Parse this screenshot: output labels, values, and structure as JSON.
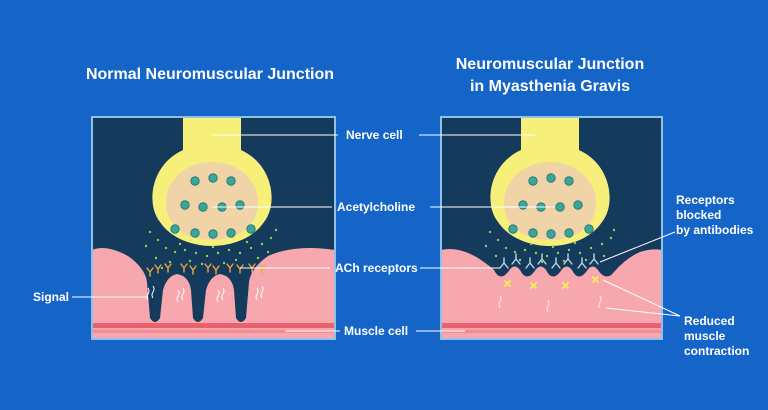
{
  "titles": {
    "normal": "Normal Neuromuscular Junction",
    "mg_line1": "Neuromuscular Junction",
    "mg_line2": "in Myasthenia Gravis"
  },
  "labels": {
    "nerve_cell": "Nerve cell",
    "acetylcholine": "Acetylcholine",
    "ach_receptors": "ACh receptors",
    "muscle_cell": "Muscle cell",
    "signal": "Signal",
    "receptors_blocked_1": "Receptors",
    "receptors_blocked_2": "blocked",
    "receptors_blocked_3": "by antibodies",
    "reduced_1": "Reduced",
    "reduced_2": "muscle",
    "reduced_3": "contraction"
  },
  "colors": {
    "background": "#1565c8",
    "panel": "#143a5c",
    "panel_border": "#8ec0ea",
    "nerve": "#f6ef7a",
    "terminal": "#f1d3a8",
    "vesicle": "#3aa59b",
    "muscle": "#f7a7ae",
    "muscle_band": "#e8616d",
    "receptor": "#f2a33a",
    "antibody": "#b9d6ea",
    "block_mark": "#f4ee5a",
    "ach_dots": "#8cd24a"
  }
}
